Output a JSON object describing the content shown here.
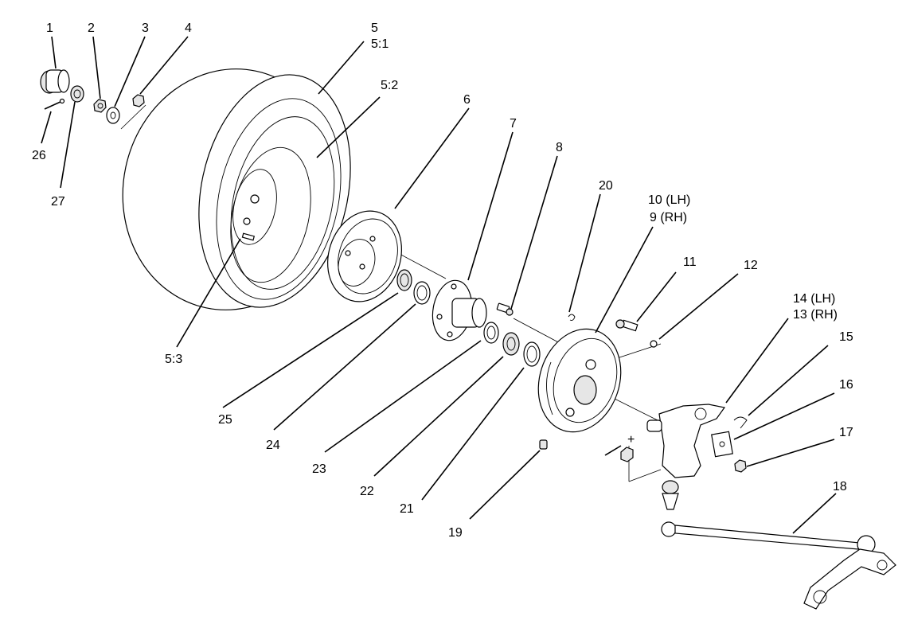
{
  "callouts": {
    "c1": "1",
    "c2": "2",
    "c3": "3",
    "c4": "4",
    "c5": "5",
    "c5_1": "5:1",
    "c5_2": "5:2",
    "c5_3": "5:3",
    "c6": "6",
    "c7": "7",
    "c8": "8",
    "c10": "10 (LH)",
    "c9": "9 (RH)",
    "c11": "11",
    "c12": "12",
    "c14": "14 (LH)",
    "c13": "13 (RH)",
    "c15": "15",
    "c16": "16",
    "c17": "17",
    "c18": "18",
    "c19": "19",
    "c20": "20",
    "c21": "21",
    "c22": "22",
    "c23": "23",
    "c24": "24",
    "c25": "25",
    "c26": "26",
    "c27": "27"
  }
}
